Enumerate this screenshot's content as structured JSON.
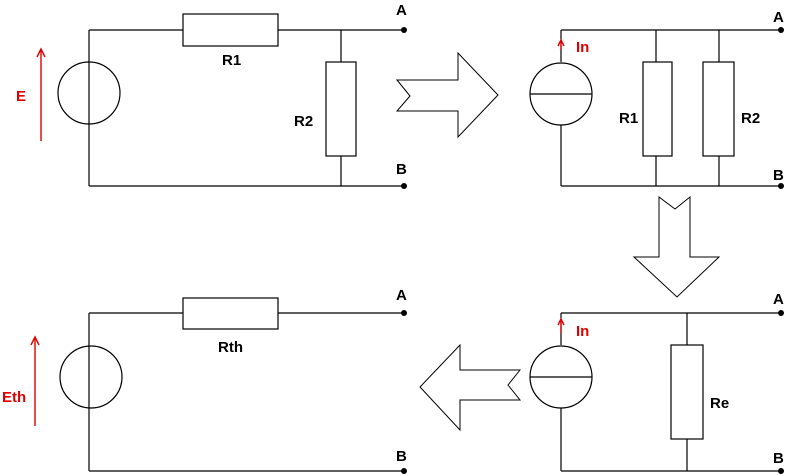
{
  "title": "Norton to Thevenin equivalent circuit transformation",
  "colors": {
    "wire": "#000000",
    "source_label": "#e00000",
    "background": "#ffffff"
  },
  "circuits": {
    "original": {
      "source_label": "E",
      "source_type": "voltage",
      "series_resistor": "R1",
      "shunt_resistor": "R2",
      "terminal_a": "A",
      "terminal_b": "B"
    },
    "norton": {
      "source_label": "In",
      "source_type": "current",
      "parallel_resistors": [
        "R1",
        "R2"
      ],
      "terminal_a": "A",
      "terminal_b": "B"
    },
    "norton_equivalent": {
      "source_label": "In",
      "source_type": "current",
      "resistor": "Re",
      "terminal_a": "A",
      "terminal_b": "B"
    },
    "thevenin": {
      "source_label": "Eth",
      "source_type": "voltage",
      "resistor": "Rth",
      "terminal_a": "A",
      "terminal_b": "B"
    }
  },
  "arrows": [
    "right",
    "down",
    "left"
  ]
}
